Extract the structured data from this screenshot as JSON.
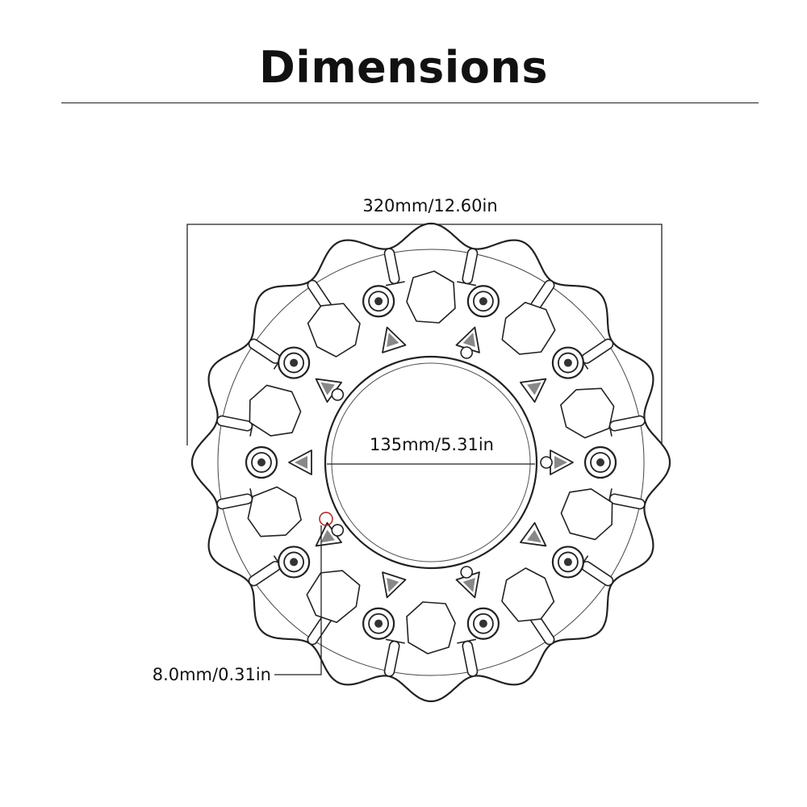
{
  "title": "Dimensions",
  "dimensions": {
    "outer": "320mm/12.60in",
    "inner": "135mm/5.31in",
    "thickness": "8.0mm/0.31in"
  },
  "colors": {
    "line": "#222222",
    "marker": "#b02020"
  }
}
